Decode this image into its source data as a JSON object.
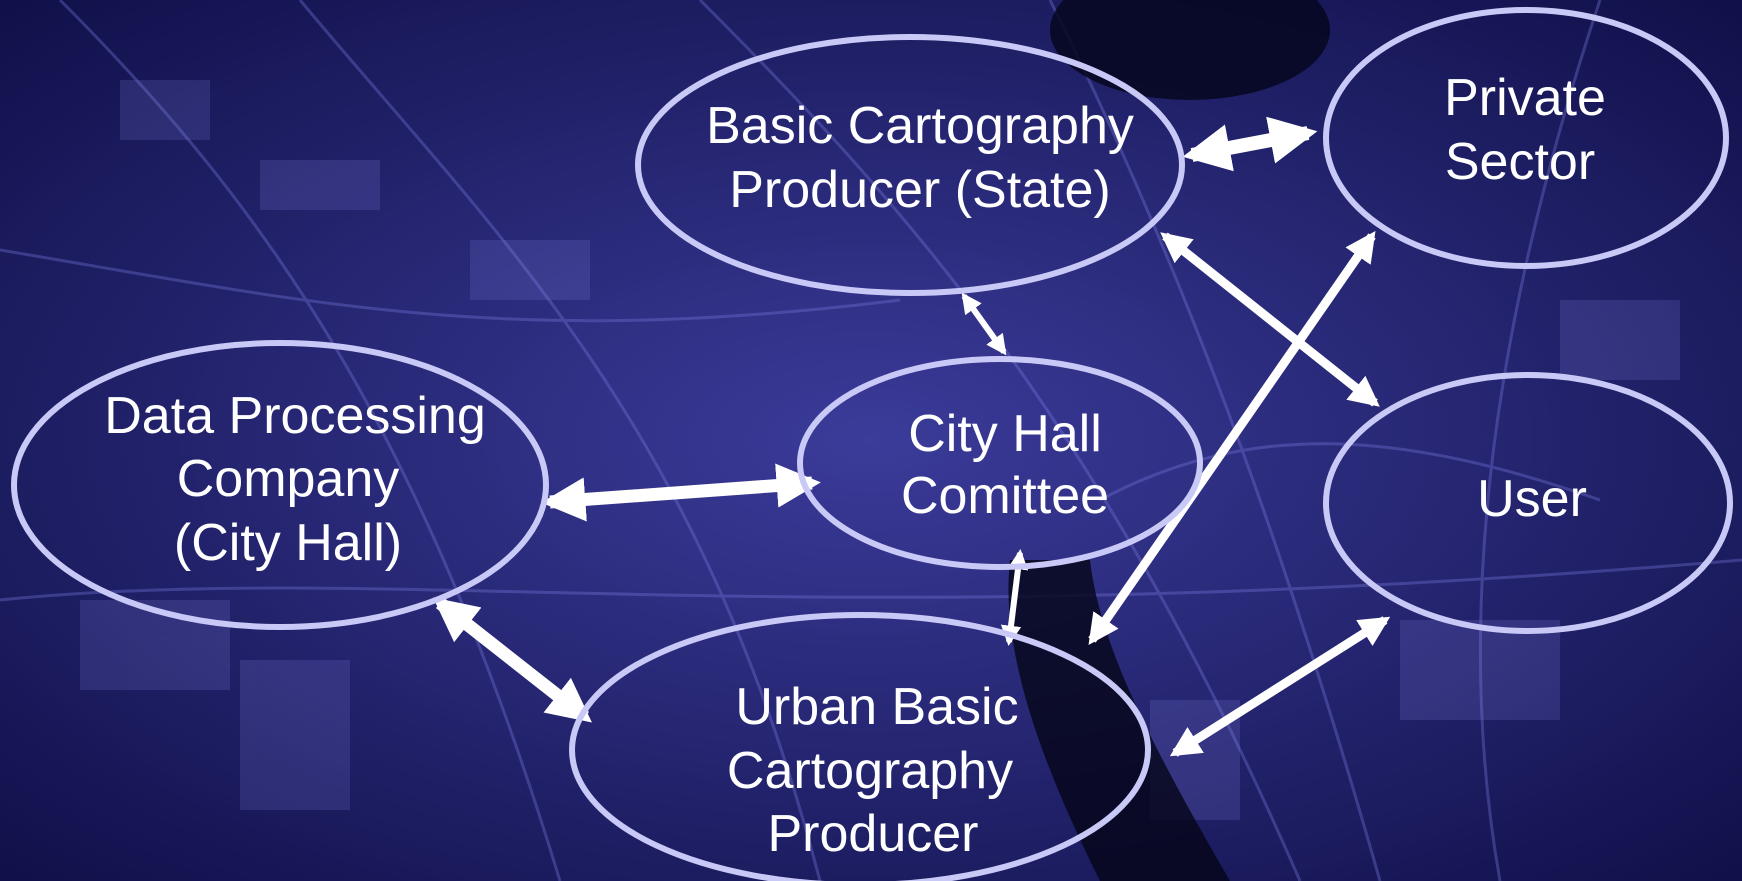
{
  "diagram": {
    "nodes": [
      {
        "id": "state",
        "lines": [
          "Basic Cartography",
          "Producer (State)"
        ]
      },
      {
        "id": "private",
        "lines": [
          "Private",
          "Sector"
        ]
      },
      {
        "id": "dataproc",
        "lines": [
          "Data Processing",
          "Company",
          "(City Hall)"
        ]
      },
      {
        "id": "cityhall",
        "lines": [
          "City Hall",
          "Comittee"
        ]
      },
      {
        "id": "user",
        "lines": [
          "User"
        ]
      },
      {
        "id": "urban",
        "lines": [
          "Urban Basic",
          "Cartography",
          "Producer"
        ]
      }
    ],
    "edges": [
      {
        "from": "state",
        "to": "private"
      },
      {
        "from": "state",
        "to": "user"
      },
      {
        "from": "state",
        "to": "cityhall"
      },
      {
        "from": "private",
        "to": "urban"
      },
      {
        "from": "dataproc",
        "to": "cityhall"
      },
      {
        "from": "dataproc",
        "to": "urban"
      },
      {
        "from": "cityhall",
        "to": "urban"
      },
      {
        "from": "urban",
        "to": "user"
      }
    ]
  }
}
